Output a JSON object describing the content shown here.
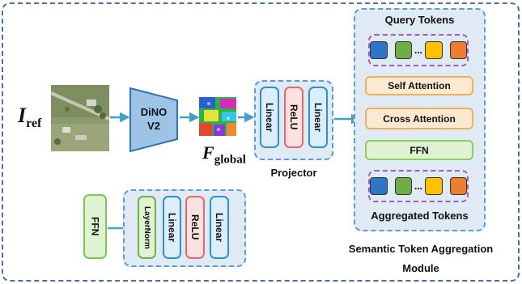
{
  "input": {
    "symbol": "I",
    "subscript": "ref"
  },
  "encoder": {
    "line1": "DiNO",
    "line2": "V2"
  },
  "feature": {
    "symbol": "F",
    "subscript": "global"
  },
  "projector": {
    "layers": [
      "Linear",
      "ReLU",
      "Linear"
    ],
    "caption": "Projector"
  },
  "ffn_detail": {
    "label": "FFN",
    "layers": [
      "LayerNorm",
      "Linear",
      "ReLU",
      "Linear"
    ]
  },
  "module": {
    "query_title": "Query Tokens",
    "steps": [
      "Self Attention",
      "Cross Attention",
      "FFN"
    ],
    "output_title": "Aggregated Tokens",
    "caption_line1": "Semantic Token Aggregation",
    "caption_line2": "Module",
    "ellipsis": "..."
  },
  "token_colors": [
    "#2e75c6",
    "#70ad47",
    "#ffc000",
    "#ed7d31"
  ],
  "colors": {
    "arrow": "#3fa0c8",
    "frame": "#4f6fa8"
  }
}
